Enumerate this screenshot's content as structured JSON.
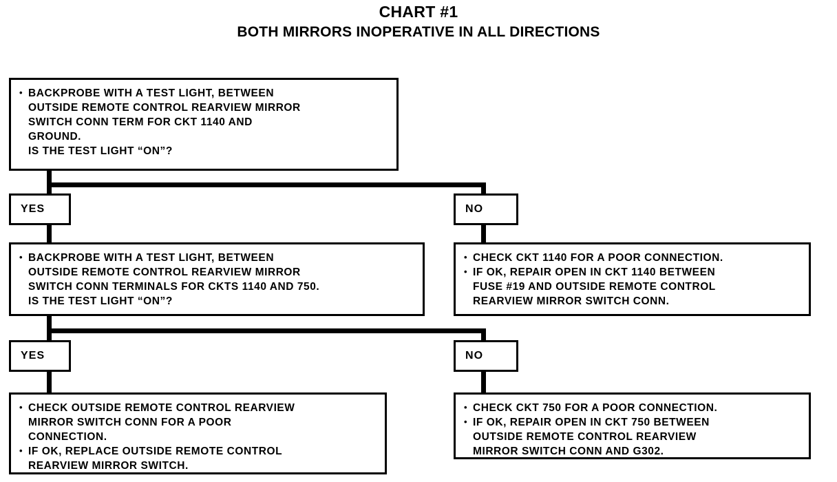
{
  "header": {
    "title": "CHART #1",
    "subtitle": "BOTH MIRRORS INOPERATIVE IN ALL DIRECTIONS"
  },
  "labels": {
    "yes": "YES",
    "no": "NO"
  },
  "nodes": {
    "step1": {
      "id": "decision-1",
      "lines": [
        "BACKPROBE WITH A TEST LIGHT, BETWEEN",
        "OUTSIDE REMOTE CONTROL REARVIEW MIRROR",
        "SWITCH CONN TERM FOR CKT 1140 AND",
        "GROUND.",
        "IS THE TEST LIGHT “ON”?"
      ]
    },
    "step1_no": {
      "id": "action-1-no",
      "lines": [
        "CHECK CKT 1140 FOR A POOR CONNECTION.",
        "IF OK, REPAIR OPEN IN CKT 1140 BETWEEN",
        "FUSE #19 AND OUTSIDE REMOTE CONTROL",
        "REARVIEW MIRROR SWITCH CONN."
      ]
    },
    "step2": {
      "id": "decision-2",
      "lines": [
        "BACKPROBE WITH A TEST LIGHT, BETWEEN",
        "OUTSIDE REMOTE CONTROL REARVIEW MIRROR",
        "SWITCH CONN TERMINALS FOR CKTS 1140 AND 750.",
        "IS THE TEST LIGHT “ON”?"
      ]
    },
    "step2_yes": {
      "id": "action-2-yes",
      "lines": [
        "CHECK OUTSIDE REMOTE CONTROL REARVIEW",
        "MIRROR SWITCH CONN FOR A POOR",
        "CONNECTION.",
        "IF OK, REPLACE OUTSIDE REMOTE CONTROL",
        "REARVIEW MIRROR SWITCH."
      ]
    },
    "step2_no": {
      "id": "action-2-no",
      "lines": [
        "CHECK CKT 750 FOR A POOR CONNECTION.",
        "IF OK, REPAIR OPEN IN CKT 750 BETWEEN",
        "OUTSIDE REMOTE CONTROL REARVIEW",
        "MIRROR SWITCH CONN AND G302."
      ]
    }
  },
  "chart_data": {
    "type": "flowchart",
    "title": "CHART #1",
    "subtitle": "BOTH MIRRORS INOPERATIVE IN ALL DIRECTIONS",
    "nodes": [
      {
        "id": "decision-1",
        "kind": "decision",
        "text": "BACKPROBE WITH A TEST LIGHT, BETWEEN OUTSIDE REMOTE CONTROL REARVIEW MIRROR SWITCH CONN TERM FOR CKT 1140 AND GROUND. IS THE TEST LIGHT “ON”?"
      },
      {
        "id": "branch-1-yes",
        "kind": "branch",
        "text": "YES"
      },
      {
        "id": "branch-1-no",
        "kind": "branch",
        "text": "NO"
      },
      {
        "id": "action-1-no",
        "kind": "action",
        "text": "CHECK CKT 1140 FOR A POOR CONNECTION. IF OK, REPAIR OPEN IN CKT 1140 BETWEEN FUSE #19 AND OUTSIDE REMOTE CONTROL REARVIEW MIRROR SWITCH CONN."
      },
      {
        "id": "decision-2",
        "kind": "decision",
        "text": "BACKPROBE WITH A TEST LIGHT, BETWEEN OUTSIDE REMOTE CONTROL REARVIEW MIRROR SWITCH CONN TERMINALS FOR CKTS 1140 AND 750. IS THE TEST LIGHT “ON”?"
      },
      {
        "id": "branch-2-yes",
        "kind": "branch",
        "text": "YES"
      },
      {
        "id": "branch-2-no",
        "kind": "branch",
        "text": "NO"
      },
      {
        "id": "action-2-yes",
        "kind": "action",
        "text": "CHECK OUTSIDE REMOTE CONTROL REARVIEW MIRROR SWITCH CONN FOR A POOR CONNECTION. IF OK, REPLACE OUTSIDE REMOTE CONTROL REARVIEW MIRROR SWITCH."
      },
      {
        "id": "action-2-no",
        "kind": "action",
        "text": "CHECK CKT 750 FOR A POOR CONNECTION. IF OK, REPAIR OPEN IN CKT 750 BETWEEN OUTSIDE REMOTE CONTROL REARVIEW MIRROR SWITCH CONN AND G302."
      }
    ],
    "edges": [
      {
        "from": "decision-1",
        "to": "branch-1-yes",
        "label": "YES"
      },
      {
        "from": "decision-1",
        "to": "branch-1-no",
        "label": "NO"
      },
      {
        "from": "branch-1-yes",
        "to": "decision-2",
        "label": ""
      },
      {
        "from": "branch-1-no",
        "to": "action-1-no",
        "label": ""
      },
      {
        "from": "decision-2",
        "to": "branch-2-yes",
        "label": "YES"
      },
      {
        "from": "decision-2",
        "to": "branch-2-no",
        "label": "NO"
      },
      {
        "from": "branch-2-yes",
        "to": "action-2-yes",
        "label": ""
      },
      {
        "from": "branch-2-no",
        "to": "action-2-no",
        "label": ""
      }
    ]
  }
}
